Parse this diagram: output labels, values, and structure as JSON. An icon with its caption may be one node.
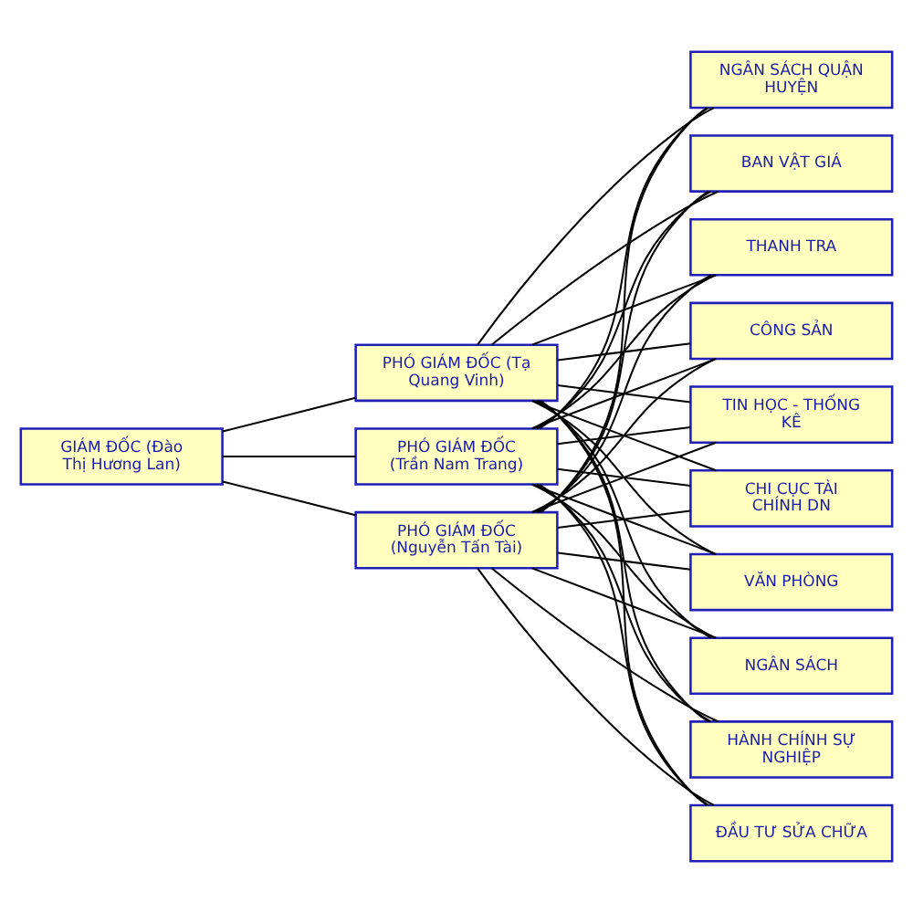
{
  "diagram": {
    "nodes": [
      {
        "text": [
          "GIÁM ĐỐC (Đào Thị Hương Lan)"
        ]
      },
      {
        "text": [
          "PHÓ GIÁM ĐỐC (Tạ Quang Vinh)"
        ]
      },
      {
        "text": [
          "PHÓ GIÁM ĐỐC (Trần Nam Trang)"
        ]
      },
      {
        "text": [
          "PHÓ GIÁM ĐỐC (Nguyễn Tấn Tài)"
        ]
      },
      {
        "text": [
          "VĂN PHÒNG"
        ]
      },
      {
        "text": [
          "NGÂN SÁCH"
        ]
      },
      {
        "text": [
          "HÀNH CHÍNH SỰ NGHIỆP"
        ]
      },
      {
        "text": [
          "ĐẦU TƯ SỬA CHỮA"
        ]
      },
      {
        "text": [
          "NGÂN SÁCH QUẬN HUYỆN"
        ]
      },
      {
        "text": [
          "BAN VẬT GIÁ"
        ]
      },
      {
        "text": [
          "THANH TRA"
        ]
      },
      {
        "text": [
          "CÔNG SẢN"
        ]
      },
      {
        "text": [
          "TIN HỌC - THỐNG KÊ"
        ]
      },
      {
        "text": [
          "CHI CỤC TÀI CHÍNH DN"
        ]
      }
    ],
    "edges": [
      {
        "from": 0,
        "to": 1,
        "arrow": "none"
      },
      {
        "from": 0,
        "to": 2,
        "arrow": "none"
      },
      {
        "from": 0,
        "to": 3,
        "arrow": "none"
      },
      {
        "from": 1,
        "to": 4,
        "arrow": "none"
      },
      {
        "from": 1,
        "to": 5,
        "arrow": "none"
      },
      {
        "from": 1,
        "to": 6,
        "arrow": "none"
      },
      {
        "from": 1,
        "to": 7,
        "arrow": "none"
      },
      {
        "from": 1,
        "to": 8,
        "arrow": "none"
      },
      {
        "from": 1,
        "to": 9,
        "arrow": "none"
      },
      {
        "from": 1,
        "to": 10,
        "arrow": "none"
      },
      {
        "from": 1,
        "to": 11,
        "arrow": "none"
      },
      {
        "from": 1,
        "to": 12,
        "arrow": "none"
      },
      {
        "from": 1,
        "to": 13,
        "arrow": "none"
      },
      {
        "from": 2,
        "to": 4,
        "arrow": "none"
      },
      {
        "from": 2,
        "to": 5,
        "arrow": "none"
      },
      {
        "from": 2,
        "to": 6,
        "arrow": "none"
      },
      {
        "from": 2,
        "to": 7,
        "arrow": "none"
      },
      {
        "from": 2,
        "to": 8,
        "arrow": "none"
      },
      {
        "from": 2,
        "to": 9,
        "arrow": "none"
      },
      {
        "from": 2,
        "to": 10,
        "arrow": "none"
      },
      {
        "from": 2,
        "to": 11,
        "arrow": "none"
      },
      {
        "from": 2,
        "to": 12,
        "arrow": "none"
      },
      {
        "from": 2,
        "to": 13,
        "arrow": "none"
      },
      {
        "from": 3,
        "to": 4,
        "arrow": "none"
      },
      {
        "from": 3,
        "to": 5,
        "arrow": "none"
      },
      {
        "from": 3,
        "to": 6,
        "arrow": "none"
      },
      {
        "from": 3,
        "to": 7,
        "arrow": "none"
      },
      {
        "from": 3,
        "to": 8,
        "arrow": "none"
      },
      {
        "from": 3,
        "to": 9,
        "arrow": "none"
      },
      {
        "from": 3,
        "to": 10,
        "arrow": "none"
      },
      {
        "from": 3,
        "to": 11,
        "arrow": "none"
      },
      {
        "from": 3,
        "to": 12,
        "arrow": "none"
      },
      {
        "from": 3,
        "to": 13,
        "arrow": "none"
      }
    ]
  }
}
